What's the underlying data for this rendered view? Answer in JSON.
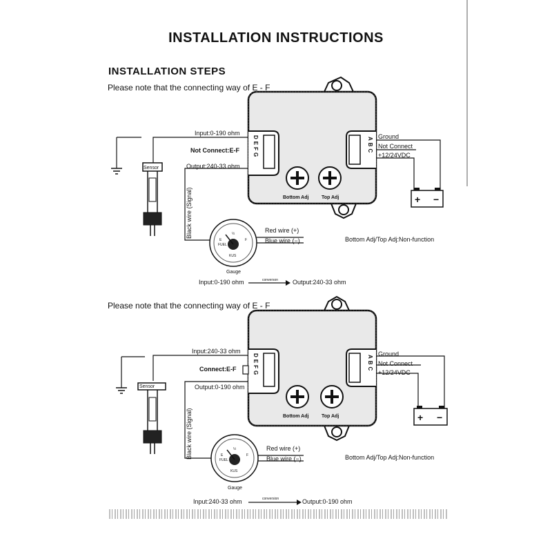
{
  "document": {
    "title": "INSTALLATION INSTRUCTIONS",
    "subtitle": "INSTALLATION STEPS"
  },
  "diagram_top": {
    "note": "Please note that the connecting way of E - F",
    "input_label": "Input:0-190 ohm",
    "efg_label": "Not Connect:E-F",
    "output_label": "Output:240-33 ohm",
    "pins_left": "DEFG",
    "pins_right": "ABC",
    "ground_label": "Ground",
    "not_connect_label": "Not Connect",
    "power_label": "+12/24VDC",
    "bottom_adj": "Bottom Adj",
    "top_adj": "Top Adj",
    "sensor": "Sensor",
    "black_wire": "Black wire (Signal)",
    "red_wire": "Red wire (+)",
    "blue_wire": "Blue wire (−)",
    "gauge": "Gauge",
    "gauge_fuel": "FUEL",
    "gauge_kus": "KUS",
    "gauge_e": "E",
    "gauge_half": "½",
    "gauge_f": "F",
    "non_function": "Bottom Adj/Top Adj:Non-function",
    "conv_in": "Input:0-190 ohm",
    "conv_word": "converson",
    "conv_out": "Output:240-33 ohm",
    "battery_plus": "+",
    "battery_minus": "−"
  },
  "diagram_bottom": {
    "note": "Please note that the connecting way of E - F",
    "input_label": "Input:240-33 ohm",
    "efg_label": "Connect:E-F",
    "output_label": "Output:0-190 ohm",
    "pins_left": "DEFG",
    "pins_right": "ABC",
    "ground_label": "Ground",
    "not_connect_label": "Not Connect",
    "power_label": "+12/24VDC",
    "bottom_adj": "Bottom Adj",
    "top_adj": "Top Adj",
    "sensor": "Sensor",
    "black_wire": "Black wire (Signal)",
    "red_wire": "Red wire (+)",
    "blue_wire": "Blue wire (−)",
    "gauge": "Gauge",
    "gauge_fuel": "FUEL",
    "gauge_kus": "KUS",
    "gauge_e": "E",
    "gauge_half": "½",
    "gauge_f": "F",
    "non_function": "Bottom Adj/Top Adj:Non-function",
    "conv_in": "Input:240-33 ohm",
    "conv_word": "conversion",
    "conv_out": "Output:0-190 ohm",
    "battery_plus": "+",
    "battery_minus": "−"
  }
}
